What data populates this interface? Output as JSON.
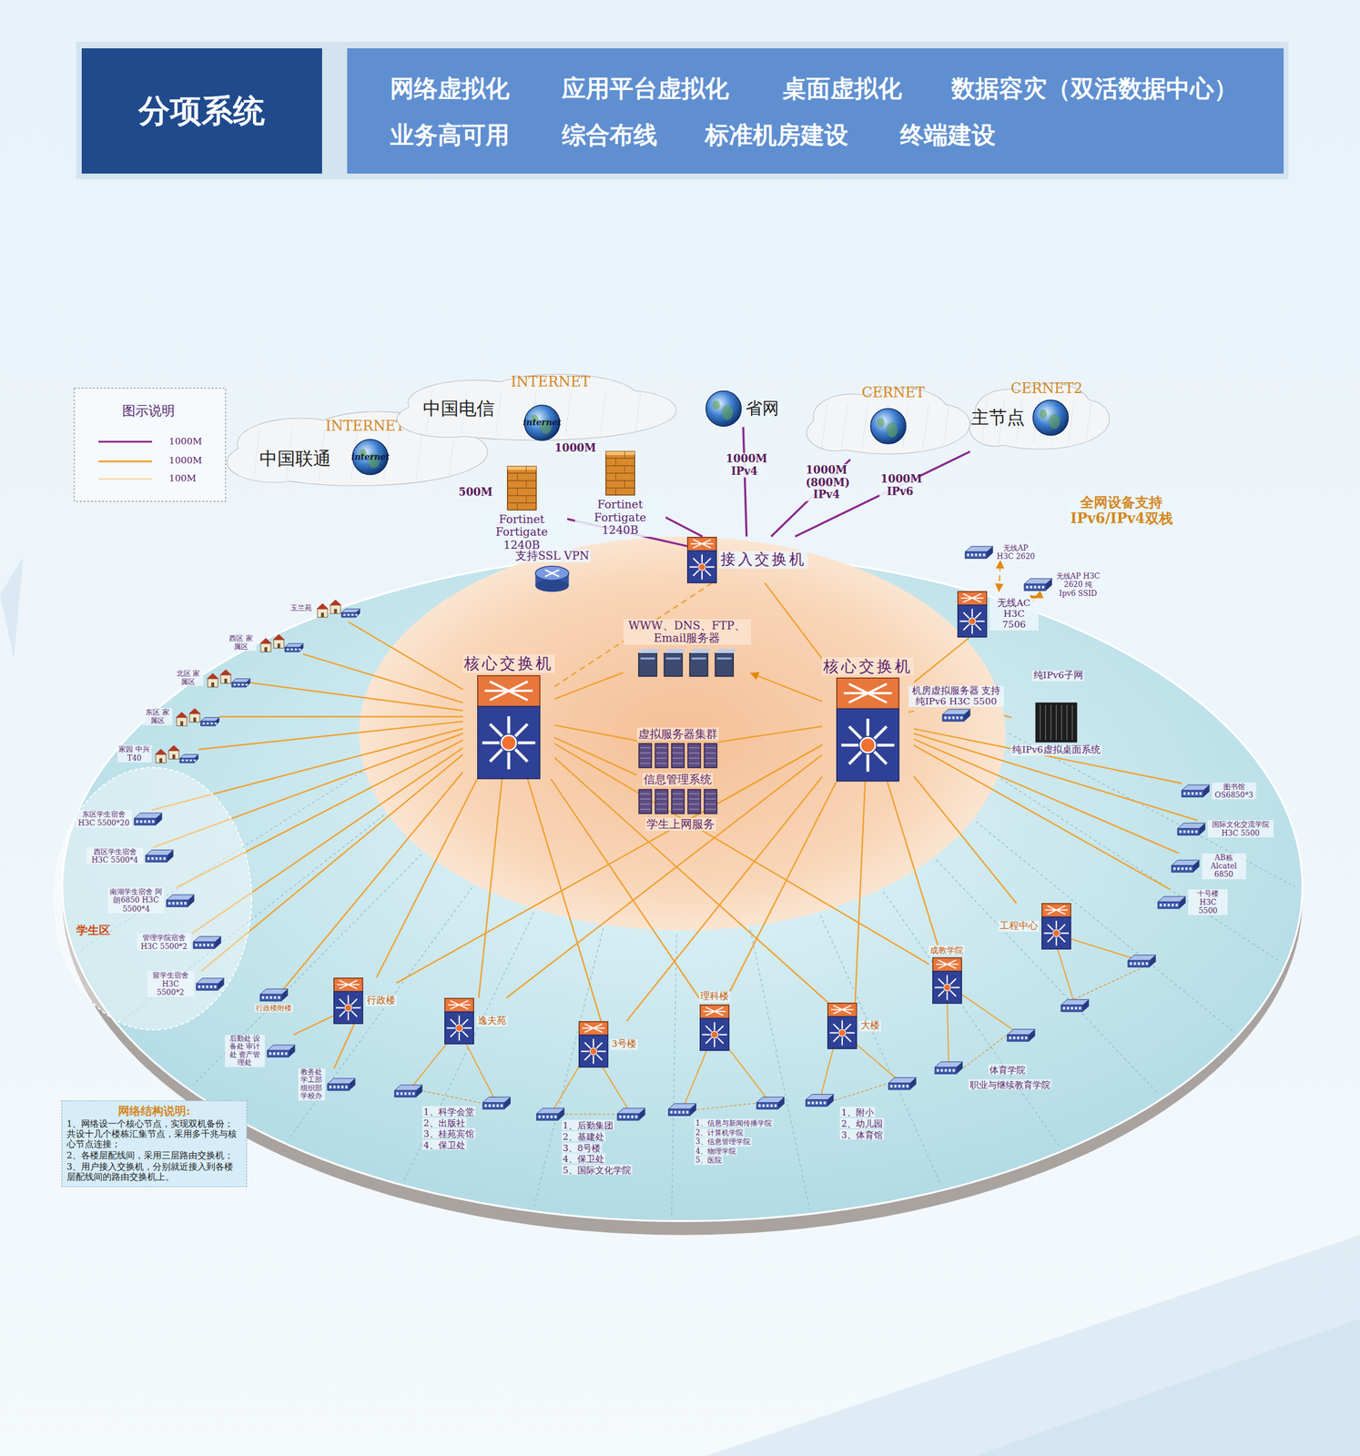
{
  "diagram": {
    "nodes": [
      {
        "text": [
          "分项系统"
        ]
      },
      {
        "text": [
          "网络虚拟化",
          "应用平台虚拟化",
          "桌面虚拟化",
          "数据容灾（双活数据中心）",
          "业务高可用",
          "综合布线",
          "标准机房建设",
          "终端建设"
        ]
      },
      {
        "text": [
          "INTERNET",
          "中国联通"
        ]
      },
      {
        "text": [
          "INTERNET",
          "中国电信"
        ]
      },
      {
        "text": [
          "省网"
        ]
      },
      {
        "text": [
          "CERNET"
        ]
      },
      {
        "text": [
          "CERNET2",
          "主节点"
        ]
      },
      {
        "text": [
          "Fortinet Fortigate 1240B"
        ]
      },
      {
        "text": [
          "Fortinet Fortigate 1240B"
        ]
      },
      {
        "text": [
          "接入交换机"
        ]
      },
      {
        "text": [
          "支持SSL VPN"
        ]
      },
      {
        "text": [
          "核心交换机"
        ]
      },
      {
        "text": [
          "核心交换机"
        ]
      },
      {
        "text": [
          "WWW、DNS、FTP、Email服务器"
        ]
      },
      {
        "text": [
          "虚拟服务器集群"
        ]
      },
      {
        "text": [
          "信息管理系统"
        ]
      },
      {
        "text": [
          "学生上网服务"
        ]
      },
      {
        "text": [
          "无线AP H3C 2620"
        ]
      },
      {
        "text": [
          "无线AP H3C 2620 纯Ipv6 SSID"
        ]
      },
      {
        "text": [
          "无线AC H3C 7506"
        ]
      },
      {
        "text": [
          "机房虚拟服务器 支持纯IPv6 H3C 5500"
        ]
      },
      {
        "text": [
          "纯IPv6虚拟桌面系统"
        ]
      },
      {
        "text": [
          "玉兰苑"
        ]
      },
      {
        "text": [
          "西区 家属区"
        ]
      },
      {
        "text": [
          "北区 家属区"
        ]
      },
      {
        "text": [
          "东区 家属区"
        ]
      },
      {
        "text": [
          "家园 中兴T40"
        ]
      },
      {
        "text": [
          "学生区"
        ]
      },
      {
        "text": [
          "东区学生宿舍 H3C 5500*20"
        ],
        "in": 27
      },
      {
        "text": [
          "西区学生宿舍 H3C 5500*4"
        ],
        "in": 27
      },
      {
        "text": [
          "南湖学生宿舍 阿朗6850 H3C 5500*4"
        ],
        "in": 27
      },
      {
        "text": [
          "管理学院宿舍 H3C 5500*2"
        ],
        "in": 27
      },
      {
        "text": [
          "留学生宿舍 H3C 5500*2"
        ],
        "in": 27
      },
      {
        "text": [
          "行政楼附楼"
        ]
      },
      {
        "text": [
          "行政楼"
        ]
      },
      {
        "text": [
          "后勤处 设备处 审计处 资产管理处"
        ]
      },
      {
        "text": [
          "教务处 学工部 组织部 学校办"
        ]
      },
      {
        "text": [
          "逸夫苑"
        ]
      },
      {
        "text": [
          "3号楼"
        ]
      },
      {
        "text": [
          "理科楼"
        ]
      },
      {
        "text": [
          "大楼"
        ]
      },
      {
        "text": [
          "成教学院"
        ]
      },
      {
        "text": [
          "工程中心"
        ]
      },
      {
        "text": [
          "十号楼 H3C 5500"
        ]
      },
      {
        "text": [
          "AB栋 Alcatel 6850"
        ]
      },
      {
        "text": [
          "国际文化交流学院 H3C 5500"
        ]
      },
      {
        "text": [
          "图书馆 OS6850*3"
        ]
      },
      {
        "text": [
          "网络结构说明:",
          "1、网络设一个核心节点，实现双机备份；共设十几个楼栋汇集节点，采用多千兆与核心节点连接；",
          "2、各楼层配线间，采用三层路由交换机；",
          "3、用户接入交换机，分别就近接入到各楼层配线间的路由交换机上。"
        ]
      }
    ],
    "edges": [
      {
        "from": 2,
        "to": 7,
        "arrow": "none",
        "label": "500M"
      },
      {
        "from": 7,
        "to": 9,
        "arrow": "none"
      },
      {
        "from": 3,
        "to": 8,
        "arrow": "none",
        "label": "1000M"
      },
      {
        "from": 8,
        "to": 9,
        "arrow": "none"
      },
      {
        "from": 4,
        "to": 9,
        "arrow": "none",
        "label": "1000M IPv4"
      },
      {
        "from": 5,
        "to": 9,
        "arrow": "none",
        "label": "1000M (800M) IPv4"
      },
      {
        "from": 6,
        "to": 9,
        "arrow": "none",
        "label": "1000M IPv6"
      },
      {
        "from": 9,
        "to": 11,
        "arrow": "none"
      },
      {
        "from": 9,
        "to": 12,
        "arrow": "none"
      },
      {
        "from": 12,
        "to": 13,
        "arrow": "to"
      },
      {
        "from": 11,
        "to": 13,
        "arrow": "none"
      },
      {
        "from": 11,
        "to": 14,
        "arrow": "none"
      },
      {
        "from": 12,
        "to": 14,
        "arrow": "none"
      },
      {
        "from": 11,
        "to": 15,
        "arrow": "none"
      },
      {
        "from": 12,
        "to": 16,
        "arrow": "none"
      },
      {
        "from": 12,
        "to": 19,
        "arrow": "none"
      },
      {
        "from": 19,
        "to": 17,
        "arrow": "both"
      },
      {
        "from": 19,
        "to": 18,
        "arrow": "both"
      },
      {
        "from": 12,
        "to": 20,
        "arrow": "none"
      },
      {
        "from": 20,
        "to": 21,
        "arrow": "none"
      },
      {
        "from": 11,
        "to": 22,
        "arrow": "none"
      },
      {
        "from": 11,
        "to": 23,
        "arrow": "none"
      },
      {
        "from": 11,
        "to": 24,
        "arrow": "none"
      },
      {
        "from": 11,
        "to": 25,
        "arrow": "none"
      },
      {
        "from": 11,
        "to": 26,
        "arrow": "none"
      },
      {
        "from": 11,
        "to": 28,
        "arrow": "none"
      },
      {
        "from": 11,
        "to": 29,
        "arrow": "none"
      },
      {
        "from": 11,
        "to": 30,
        "arrow": "none"
      },
      {
        "from": 11,
        "to": 31,
        "arrow": "none"
      },
      {
        "from": 11,
        "to": 32,
        "arrow": "none"
      },
      {
        "from": 11,
        "to": 33,
        "arrow": "none"
      },
      {
        "from": 11,
        "to": 34,
        "arrow": "none"
      },
      {
        "from": 11,
        "to": 37,
        "arrow": "none"
      },
      {
        "from": 11,
        "to": 38,
        "arrow": "none"
      },
      {
        "from": 11,
        "to": 39,
        "arrow": "none"
      },
      {
        "from": 11,
        "to": 40,
        "arrow": "none"
      },
      {
        "from": 11,
        "to": 41,
        "arrow": "none"
      },
      {
        "from": 12,
        "to": 34,
        "arrow": "none"
      },
      {
        "from": 12,
        "to": 37,
        "arrow": "none"
      },
      {
        "from": 12,
        "to": 38,
        "arrow": "none"
      },
      {
        "from": 12,
        "to": 39,
        "arrow": "none"
      },
      {
        "from": 12,
        "to": 40,
        "arrow": "none"
      },
      {
        "from": 12,
        "to": 41,
        "arrow": "none"
      },
      {
        "from": 12,
        "to": 42,
        "arrow": "none"
      },
      {
        "from": 12,
        "to": 43,
        "arrow": "none"
      },
      {
        "from": 12,
        "to": 44,
        "arrow": "none"
      },
      {
        "from": 12,
        "to": 45,
        "arrow": "none"
      },
      {
        "from": 12,
        "to": 46,
        "arrow": "none"
      },
      {
        "from": 34,
        "to": 35,
        "arrow": "none"
      },
      {
        "from": 34,
        "to": 36,
        "arrow": "none"
      }
    ],
    "labels": [
      "图示说明",
      "internet",
      "internet",
      "全网设备支持 IPv6/IPv4双栈",
      "纯IPv6子网",
      "1、科学会堂",
      "2、出版社",
      "3、桂苑宾馆",
      "4、保卫处",
      "1、后勤集团",
      "2、基建处",
      "3、8号楼",
      "4、保卫处",
      "5、国际文化学院",
      "1、信息与新闻传播学院",
      "2、计算机学院",
      "3、信息管理学院",
      "4、物理学院",
      "5、医院",
      "1、附小",
      "2、幼儿园",
      "3、体育馆",
      "体育学院",
      "职业与继续教育学院"
    ],
    "legend": [
      {
        "text": "1000M",
        "color": "#8b2a8b"
      },
      {
        "text": "1000M",
        "color": "#f0a030"
      },
      {
        "text": "100M",
        "color": "#f5cf9a"
      }
    ]
  }
}
